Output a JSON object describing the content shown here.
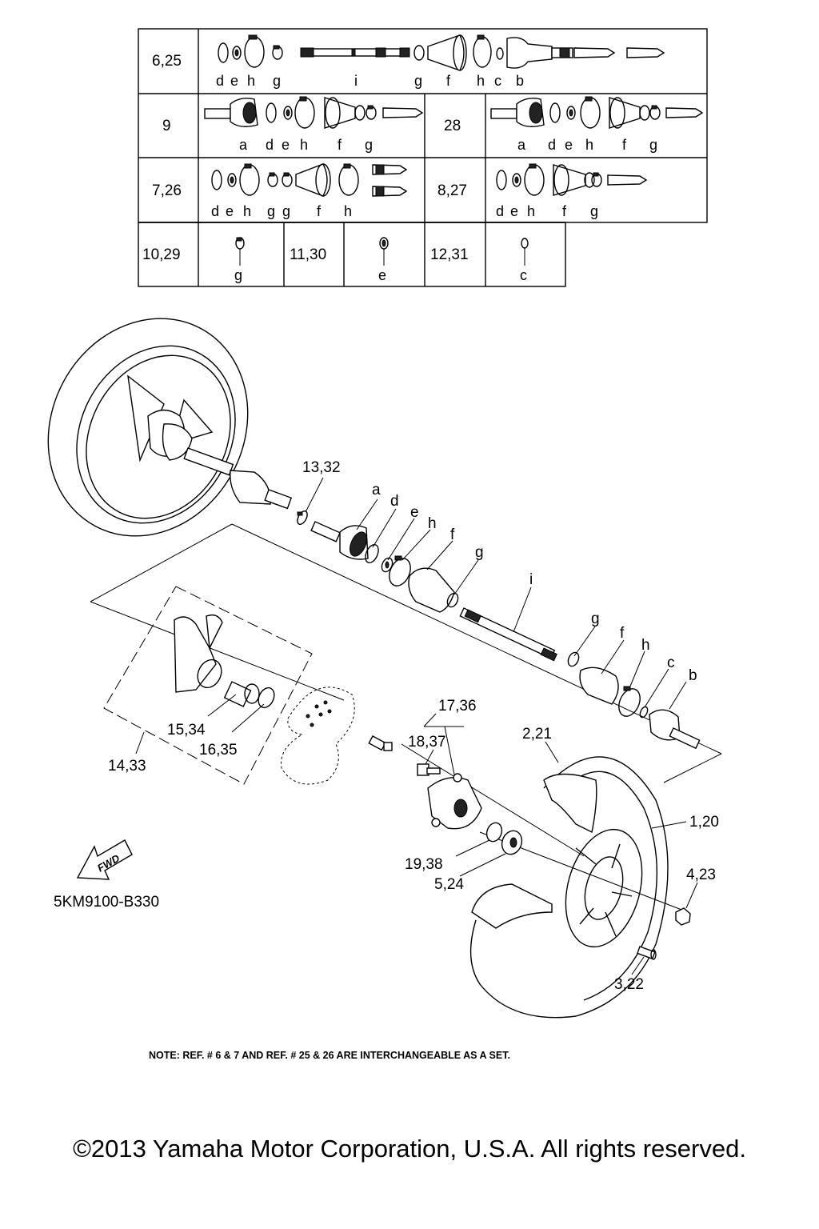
{
  "table": {
    "rows": [
      {
        "ref": "6,25",
        "letters": [
          "d",
          "e",
          "h",
          "g",
          "i",
          "g",
          "f",
          "h",
          "c",
          "b"
        ]
      },
      {
        "ref": "9",
        "letters": [
          "a",
          "d",
          "e",
          "h",
          "f",
          "g"
        ]
      },
      {
        "ref": "28",
        "letters": [
          "a",
          "d",
          "e",
          "h",
          "f",
          "g"
        ]
      },
      {
        "ref": "7,26",
        "letters": [
          "d",
          "e",
          "h",
          "g",
          "g",
          "f",
          "h"
        ]
      },
      {
        "ref": "8,27",
        "letters": [
          "d",
          "e",
          "h",
          "f",
          "g"
        ]
      },
      {
        "ref": "10,29",
        "letters": [
          "g"
        ]
      },
      {
        "ref": "11,30",
        "letters": [
          "e"
        ]
      },
      {
        "ref": "12,31",
        "letters": [
          "c"
        ]
      }
    ]
  },
  "callouts": {
    "c13_32": "13,32",
    "a": "a",
    "d": "d",
    "e": "e",
    "h1": "h",
    "f1": "f",
    "g1": "g",
    "i": "i",
    "g2": "g",
    "f2": "f",
    "h2": "h",
    "c": "c",
    "b": "b",
    "c15_34": "15,34",
    "c16_35": "16,35",
    "c14_33": "14,33",
    "c17_36": "17,36",
    "c18_37": "18,37",
    "c2_21": "2,21",
    "c1_20": "1,20",
    "c19_38": "19,38",
    "c5_24": "5,24",
    "c4_23": "4,23",
    "c3_22": "3,22"
  },
  "fwd_label": "FWD",
  "diagram_code": "5KM9100-B330",
  "note": "NOTE: REF. # 6 & 7 AND REF. # 25 & 26 ARE INTERCHANGEABLE AS A SET.",
  "copyright": "©2013 Yamaha Motor Corporation, U.S.A. All rights reserved."
}
